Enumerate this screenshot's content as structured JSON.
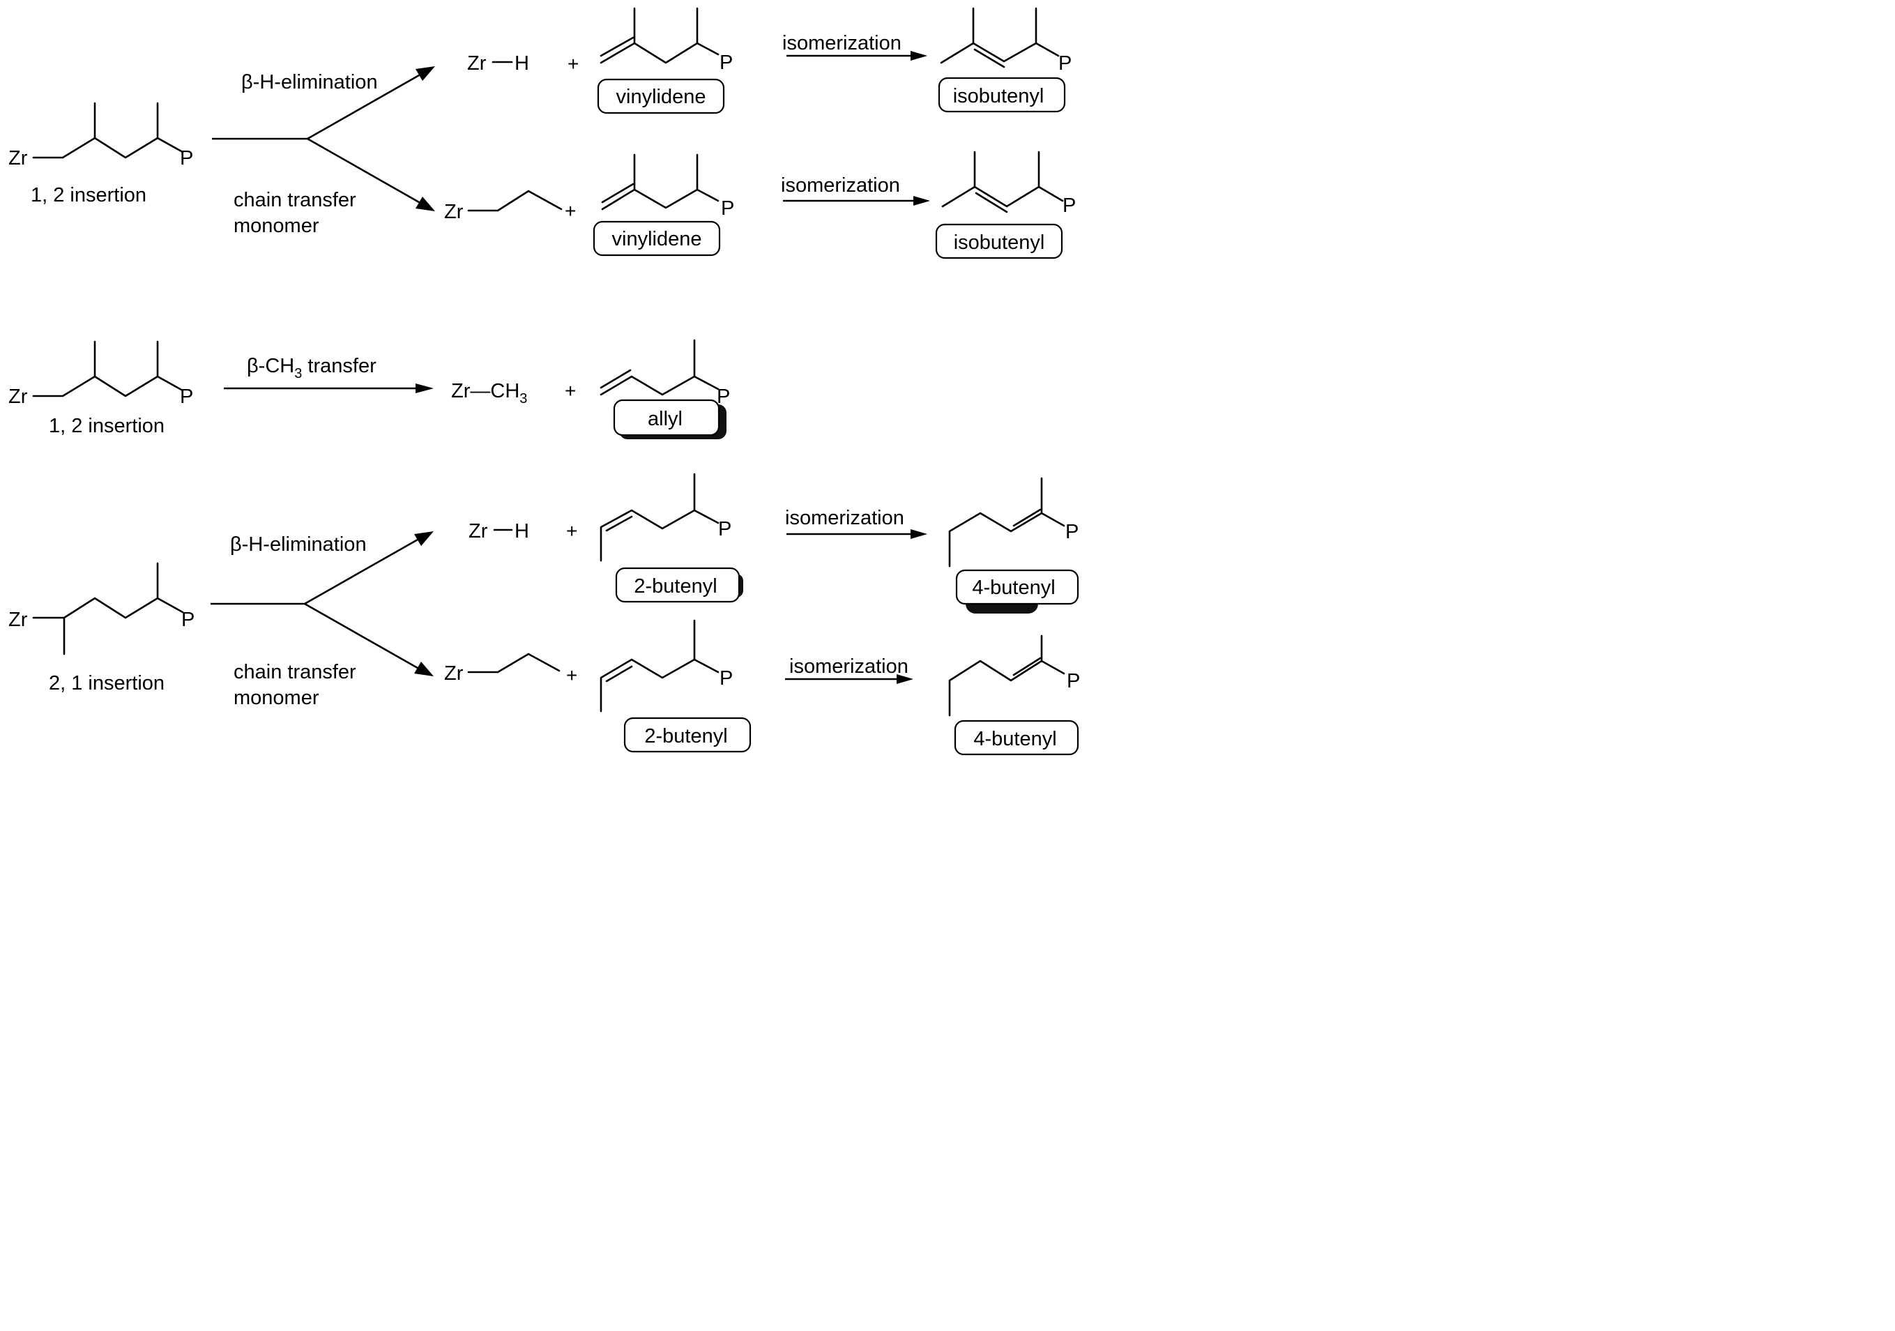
{
  "atoms": {
    "zr": "Zr",
    "p": "P",
    "h": "H"
  },
  "plus": "+",
  "sections": {
    "s1": {
      "insertion": "1, 2 insertion",
      "upper_path": "β-H-elimination",
      "lower_path_1": "chain transfer",
      "lower_path_2": "monomer",
      "isomerization_upper": "isomerization",
      "isomerization_lower": "isomerization",
      "product_upper": "vinylidene",
      "product_lower": "vinylidene",
      "iso_product_upper": "isobutenyl",
      "iso_product_lower": "isobutenyl"
    },
    "s2": {
      "insertion": "1, 2 insertion",
      "path_prefix": "β-CH",
      "path_sub": "3",
      "path_suffix": " transfer",
      "zr_ch_prefix": "Zr—CH",
      "zr_ch_sub": "3",
      "product": "allyl"
    },
    "s3": {
      "insertion": "2, 1 insertion",
      "upper_path": "β-H-elimination",
      "lower_path_1": "chain transfer",
      "lower_path_2": "monomer",
      "isomerization_upper": "isomerization",
      "isomerization_lower": "isomerization",
      "product_upper": "2-butenyl",
      "product_lower": "2-butenyl",
      "iso_product_upper": "4-butenyl",
      "iso_product_lower": "4-butenyl"
    }
  }
}
